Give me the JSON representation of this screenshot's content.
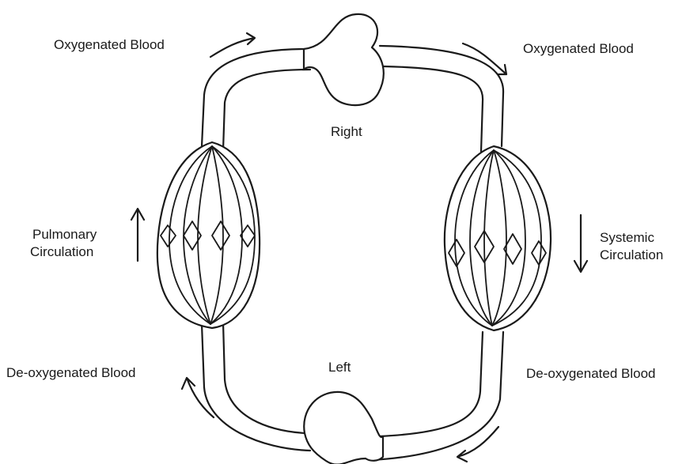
{
  "labels": {
    "top_left": "Oxygenated Blood",
    "top_right": "Oxygenated Blood",
    "right_heart": "Right",
    "left_heart": "Left",
    "pulmonary_line1": "Pulmonary",
    "pulmonary_line2": "Circulation",
    "systemic_line1": "Systemic",
    "systemic_line2": "Circulation",
    "bottom_left": "De-oxygenated Blood",
    "bottom_right": "De-oxygenated Blood"
  },
  "colors": {
    "line": "#1a1a1a",
    "background": "#ffffff"
  }
}
